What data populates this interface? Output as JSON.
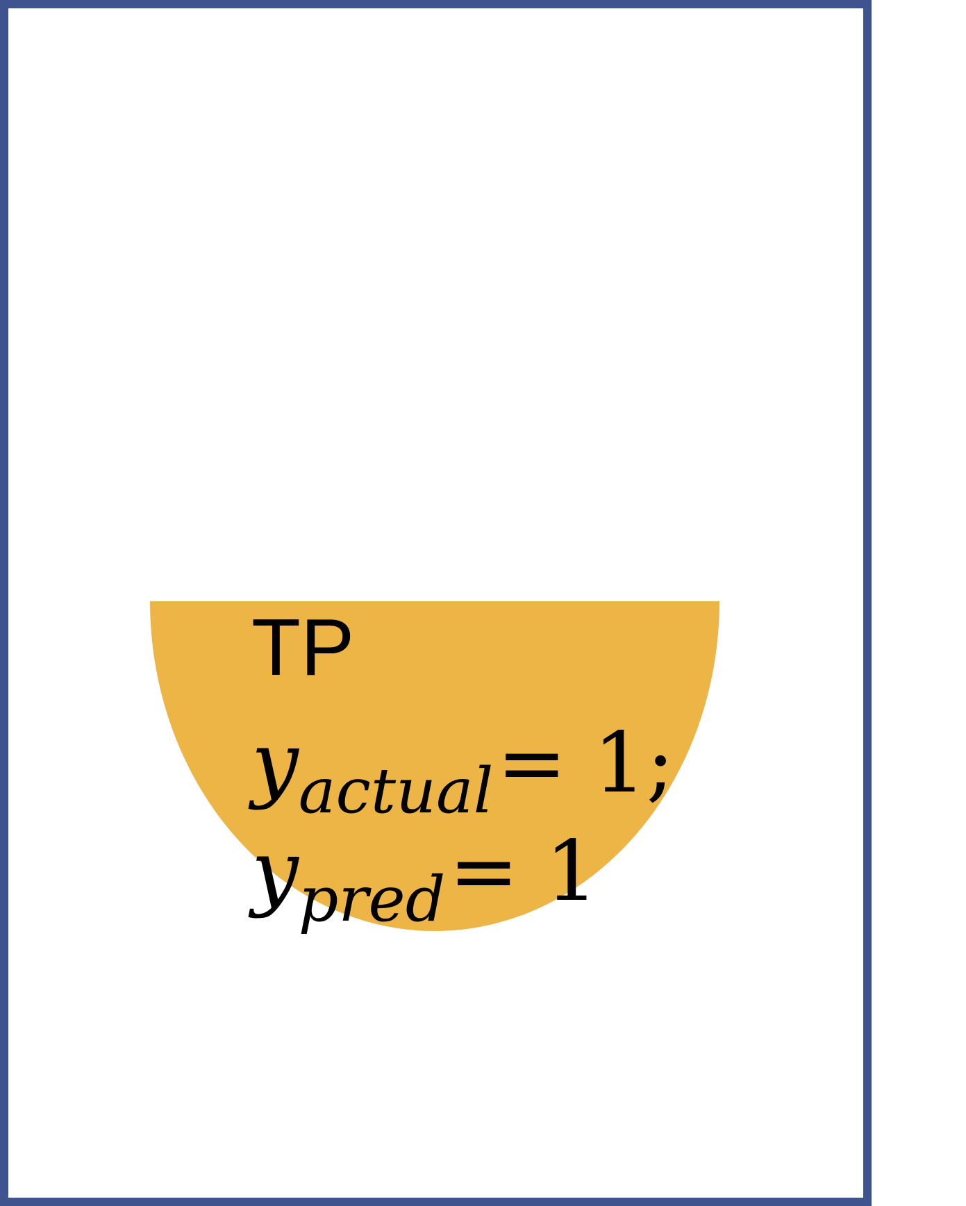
{
  "diagram": {
    "label": "TP",
    "equations": [
      {
        "var": "y",
        "subscript": "actual",
        "rhs": "= 1;"
      },
      {
        "var": "y",
        "subscript": "pred",
        "rhs": "= 1"
      }
    ]
  },
  "colors": {
    "frame_border": "#3F538E",
    "half_disk_fill": "#EDB546",
    "text": "#000000",
    "background": "#FFFFFF"
  }
}
